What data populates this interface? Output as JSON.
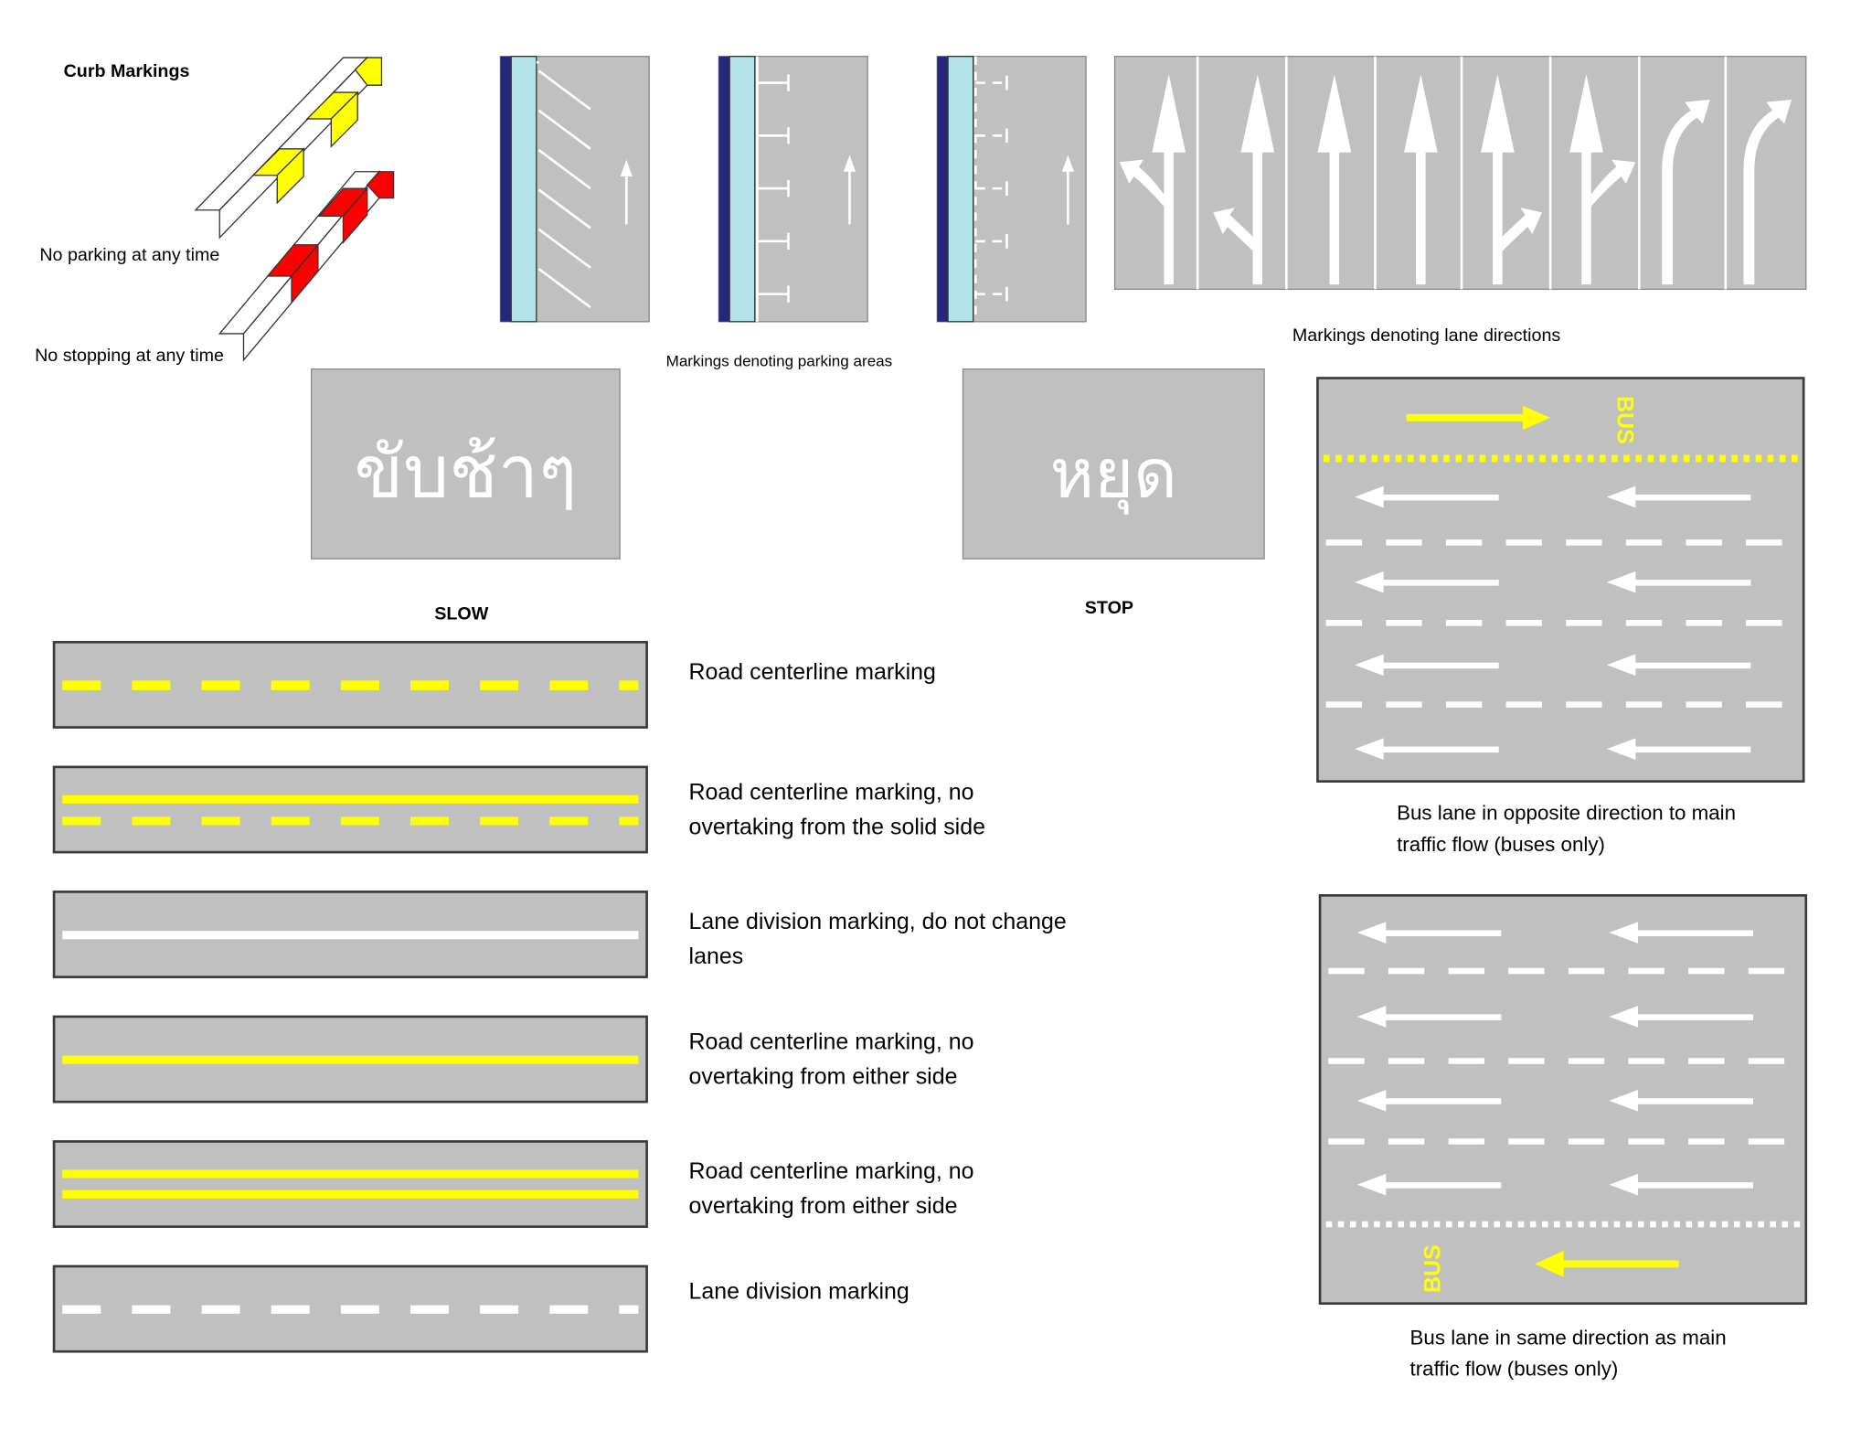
{
  "curb": {
    "title": "Curb Markings",
    "no_parking": "No parking at any time",
    "no_stopping": "No stopping at any time",
    "colors": {
      "yellow": "#ffff00",
      "red": "#ff0000",
      "white": "#ffffff"
    }
  },
  "parking": {
    "caption": "Markings denoting parking areas",
    "colors": {
      "curb_dark": "#27277a",
      "curb_light": "#b3e3ea",
      "road": "#c0c0c0"
    }
  },
  "lane_directions": {
    "caption": "Markings denoting lane directions"
  },
  "text_markings": [
    {
      "thai": "ขับช้าๆ",
      "english": "SLOW"
    },
    {
      "thai": "หยุด",
      "english": "STOP"
    }
  ],
  "road_lines": [
    {
      "caption": "Road centerline marking",
      "pattern": "yellow-dashed"
    },
    {
      "caption": "Road centerline marking, no overtaking from the solid side",
      "pattern": "yellow-solid-over-dashed"
    },
    {
      "caption": "Lane division marking, do not change lanes",
      "pattern": "white-solid"
    },
    {
      "caption": "Road centerline marking, no overtaking from either side",
      "pattern": "yellow-solid"
    },
    {
      "caption": "Road centerline marking, no overtaking from either side",
      "pattern": "yellow-double-solid"
    },
    {
      "caption": "Lane division marking",
      "pattern": "white-dashed"
    }
  ],
  "bus_lanes": {
    "bus_text": "BUS",
    "opposite_caption": "Bus lane in opposite direction to main traffic flow (buses only)",
    "same_caption": "Bus lane in same direction as main traffic flow (buses only)",
    "colors": {
      "yellow": "#ffff00",
      "white": "#ffffff"
    }
  }
}
